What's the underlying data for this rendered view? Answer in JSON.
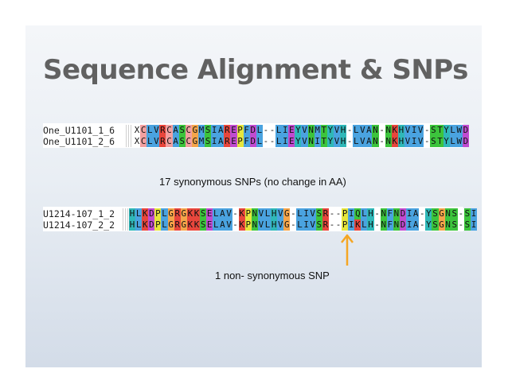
{
  "title": "Sequence Alignment & SNPs",
  "alignment_top": {
    "rows": [
      {
        "name": "One_U1101_1_6",
        "seq": "XCLVRCASCGMSIAREPFDL--LIEYVNMTYVH-LVAN-NKHVIV-STYLWD"
      },
      {
        "name": "One_U1101_2_6",
        "seq": "XCLVRCASCGMSIAREPFDL--LIEYVNITYVH-LVAN-NKHVIV-STYLWD"
      }
    ]
  },
  "caption_synonymous": "17 synonymous SNPs (no change in AA)",
  "alignment_bottom": {
    "rows": [
      {
        "name": "U1214-107_1_2",
        "seq": "HLKDPLGRGKKSELAV-KPNVLHVG-LIVSR--PIQLH-NFNDIA-YSGNS-SI"
      },
      {
        "name": "U1214-107_2_2",
        "seq": "HLKDPLGRGKKSELAV-KPNVLHVG-LIVSR--PIKLH-NFNDIA-YSGNS-SI"
      }
    ]
  },
  "caption_nonsynonymous": "1 non- synonymous SNP",
  "colors": {
    "accent_arrow": "#f5a623",
    "residue_palette": {
      "A": "#4aa3e0",
      "I": "#4aa3e0",
      "L": "#4aa3e0",
      "M": "#4aa3e0",
      "F": "#4aa3e0",
      "W": "#4aa3e0",
      "V": "#4aa3e0",
      "C": "#f2a0a0",
      "K": "#e8463c",
      "R": "#e8463c",
      "E": "#c04bd0",
      "D": "#c04bd0",
      "N": "#3cc43c",
      "Q": "#3cc43c",
      "S": "#3cc43c",
      "T": "#3cc43c",
      "G": "#f5a54a",
      "P": "#e6e63c",
      "H": "#2fb8b8",
      "Y": "#2fb8b8",
      "X": "#ffffff",
      "-": "#ffffff"
    }
  }
}
